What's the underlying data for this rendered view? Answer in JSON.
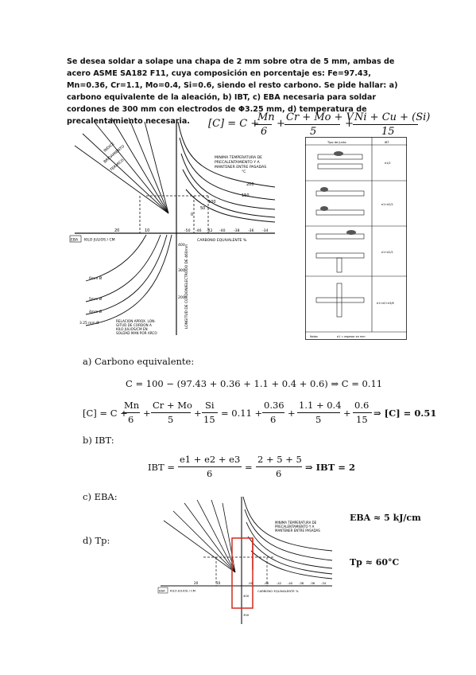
{
  "problem": {
    "text": "Se desea soldar a solape una chapa de 2 mm sobre otra de 5 mm, ambas de acero ASME SA182 F11, cuya composición en porcentaje es: Fe=97.43, Mn=0.36, Cr=1.1, Mo=0.4, Si=0.6, siendo el resto carbono. Se pide hallar: a) carbono equivalente de la aleación, b) IBT, c) EBA necesaria para soldar cordones de 300 mm con electrodos de Φ3.25 mm, d) temperatura de precalentamiento necesaria."
  },
  "formula_top": {
    "lhs": "[C] = C +",
    "t1_num": "Mn",
    "t1_den": "6",
    "plus1": "+",
    "t2_num": "Cr + Mo + V",
    "t2_den": "5",
    "plus2": "+",
    "t3_num": "Ni + Cu + (Si)",
    "t3_den": "15"
  },
  "nomogram": {
    "title_1": "MINIMA TEMPERATURA DE",
    "title_2": "PRECALENTAMIENTO Y A",
    "title_3": "MANTENER ENTRE PASADAS",
    "title_4": "°C",
    "x_axis_label": "CARBONO EQUIVALENTE %",
    "left_axis_label": "KILO JULIOS / CM",
    "eba_label": "EBA",
    "left_ticks": [
      "20",
      "10"
    ],
    "ce_ticks": [
      "-50",
      "-46",
      "-42",
      "-40",
      "-38",
      "-36",
      "-34"
    ],
    "vertical_axis_label": "LONGITUD DE CORDON/ELECTRODO DE 460mm",
    "length_ticks": [
      "400",
      "300",
      "200"
    ],
    "relation_1": "RELACION APROX. LON-",
    "relation_2": "GITUD DE CORDON A",
    "relation_3": "KILO JULIOS/CM EN",
    "relation_4": "SOLDAD MAN POR ARCO",
    "electrodes": [
      "6mm Ø",
      "5mm Ø",
      "4mm Ø",
      "3.25 mm Ø"
    ],
    "ibt_fan": [
      "INDICE",
      "BRIDAMIENTO",
      "TERMICO"
    ],
    "temp_curves": [
      "200",
      "150",
      "100",
      "50",
      "0"
    ]
  },
  "table": {
    "col1_header": "Tipo de Junta",
    "col2_header": "IBT",
    "formulas": [
      "e1/2",
      "e1+e2/2",
      "e1+e2/2",
      "e1+e2+e3/6"
    ],
    "footer_left": "Notas",
    "footer_right": "e1 = espesor en mm"
  },
  "steps": {
    "a_label": "a)  Carbono equivalente:",
    "a_eq1": "C = 100 − (97.43 + 0.36 + 1.1 + 0.4 + 0.6) ⇒ C = 0.11",
    "a_eq2_lhs": "[C] = C +",
    "a_f1_num": "Mn",
    "a_f1_den": "6",
    "a_f2_num": "Cr + Mo",
    "a_f2_den": "5",
    "a_f3_num": "Si",
    "a_f3_den": "15",
    "a_mid": "= 0.11 +",
    "a_g1_num": "0.36",
    "a_g1_den": "6",
    "a_g2_num": "1.1 + 0.4",
    "a_g2_den": "5",
    "a_g3_num": "0.6",
    "a_g3_den": "15",
    "a_result": "⇒ [C] = 0.51",
    "b_label": "b)  IBT:",
    "b_lhs": "IBT =",
    "b_f1_num": "e1 + e2 + e3",
    "b_f1_den": "6",
    "b_f2_num": "2 + 5 + 5",
    "b_f2_den": "6",
    "b_result": "⇒ IBT = 2",
    "c_label": "c)  EBA:",
    "d_label": "d)  Tp:",
    "c_result": "EBA ≈ 5 kJ/cm",
    "d_result": "Tp ≈ 60°C"
  }
}
